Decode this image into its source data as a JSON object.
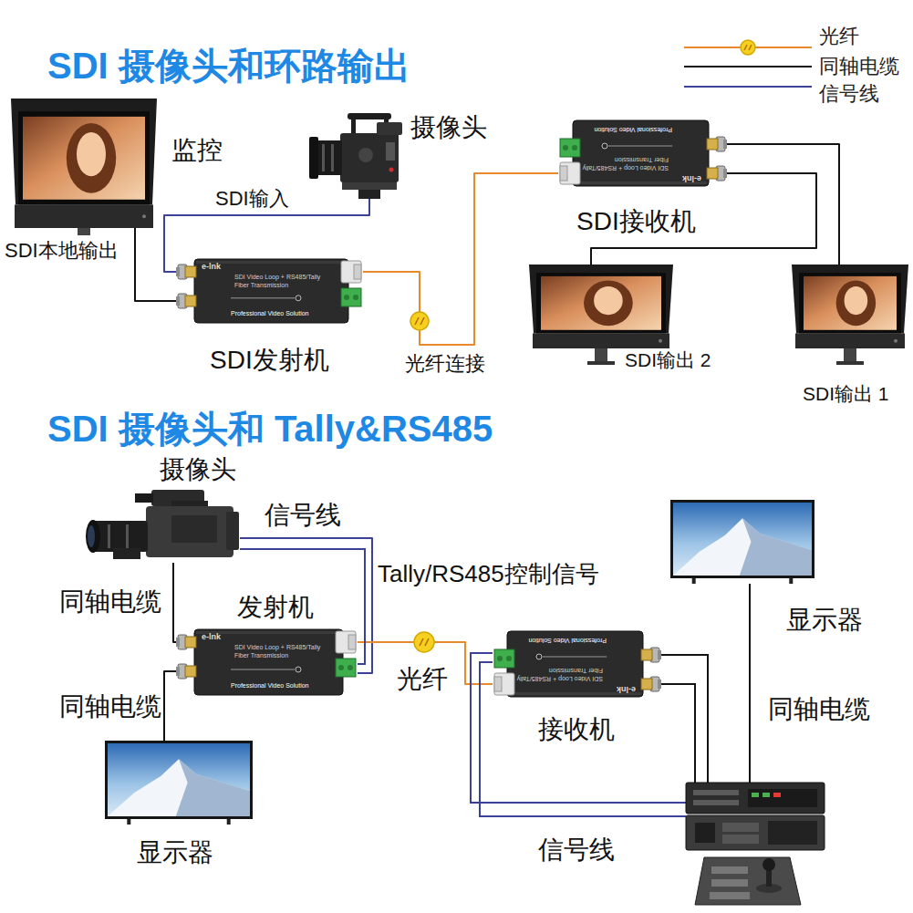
{
  "diagram": {
    "title": "SDI 摄像头和环路输出",
    "nodes": [
      {
        "text": [
          "监控"
        ]
      },
      {
        "text": [
          "摄像头"
        ]
      },
      {
        "text": [
          "SDI发射机",
          "e-lnk",
          "SDI Video Loop + RS485/Tally",
          "Fiber Transmission",
          "Professional Video Solution"
        ]
      },
      {
        "text": [
          "SDI接收机",
          "e-lnk",
          "SDI Video Loop + RS485/Tally",
          "Fiber Transmission",
          "Professional Video Solution"
        ]
      },
      {
        "text": [
          "SDI输出 2"
        ]
      },
      {
        "text": [
          "SDI输出 1"
        ]
      },
      {
        "text": [
          "摄像头"
        ]
      },
      {
        "text": [
          "发射机",
          "e-lnk",
          "SDI Video Loop + RS485/Tally",
          "Fiber Transmission",
          "Professional Video Solution"
        ]
      },
      {
        "text": [
          "显示器"
        ]
      },
      {
        "text": [
          "接收机",
          "e-lnk",
          "SDI Video Loop + RS485/Tally",
          "Fiber Transmission",
          "Professional Video Solution"
        ]
      },
      {
        "text": [
          "显示器"
        ]
      }
    ],
    "edges": [
      {
        "from": 1,
        "to": 2,
        "label": "SDI输入",
        "arrow": "none"
      },
      {
        "from": 2,
        "to": 0,
        "label": "SDI本地输出",
        "arrow": "none"
      },
      {
        "from": 2,
        "to": 3,
        "label": "光纤连接",
        "arrow": "none"
      },
      {
        "from": 3,
        "to": 5,
        "arrow": "none"
      },
      {
        "from": 3,
        "to": 4,
        "arrow": "none"
      },
      {
        "from": 6,
        "to": 7,
        "label": "同轴电缆",
        "arrow": "none"
      },
      {
        "from": 6,
        "to": 7,
        "label": "信号线",
        "arrow": "none"
      },
      {
        "from": 7,
        "to": 8,
        "label": "同轴电缆",
        "arrow": "none"
      },
      {
        "from": 7,
        "to": 9,
        "label": "光纤",
        "arrow": "none"
      }
    ],
    "labels": [
      "SDI 摄像头和 Tally&RS485",
      "Tally/RS485控制信号",
      "同轴电缆",
      "信号线"
    ],
    "legend": [
      {
        "text": "光纤"
      },
      {
        "text": "同轴电缆"
      },
      {
        "text": "信号线"
      }
    ]
  }
}
